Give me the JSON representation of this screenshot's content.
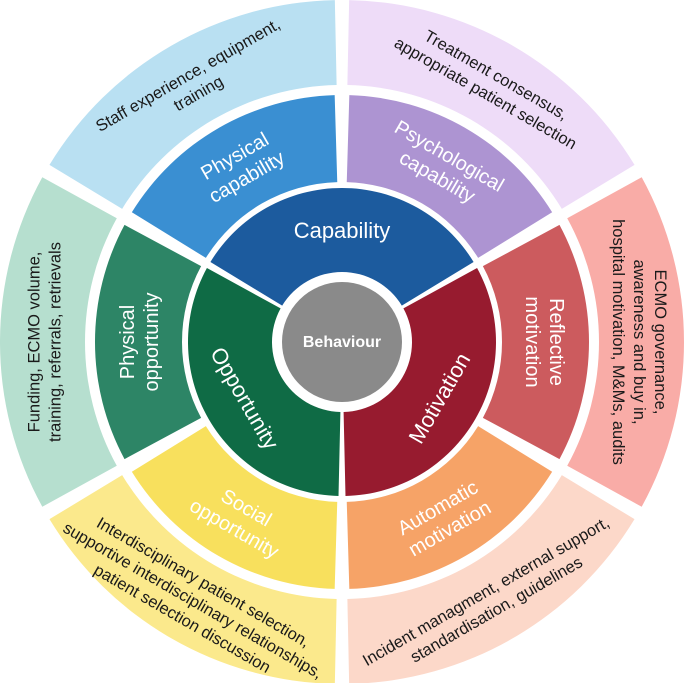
{
  "center": {
    "label": "Behaviour",
    "color": "#8a8a8a"
  },
  "inner_ring": [
    {
      "id": "capability",
      "label": "Capability",
      "color": "#1c5b9e"
    },
    {
      "id": "motivation",
      "label": "Motivation",
      "color": "#971b2f"
    },
    {
      "id": "opportunity",
      "label": "Opportunity",
      "color": "#0f6b45"
    }
  ],
  "middle_ring": [
    {
      "id": "physical-capability",
      "lines": [
        "Physical",
        "capability"
      ],
      "color": "#3a8fd2"
    },
    {
      "id": "psychological-capability",
      "lines": [
        "Psychological",
        "capability"
      ],
      "color": "#ad94d2"
    },
    {
      "id": "reflective-motivation",
      "lines": [
        "Reflective",
        "motivation"
      ],
      "color": "#cc5b5e"
    },
    {
      "id": "automatic-motivation",
      "lines": [
        "Automatic",
        "motivation"
      ],
      "color": "#f6a367"
    },
    {
      "id": "social-opportunity",
      "lines": [
        "Social",
        "opportunity"
      ],
      "color": "#f8e05d"
    },
    {
      "id": "physical-opportunity",
      "lines": [
        "Physical",
        "opportunity"
      ],
      "color": "#2d8566"
    }
  ],
  "outer_ring": [
    {
      "id": "physical-capability-detail",
      "lines": [
        "Staff experience, equipment,",
        "training"
      ],
      "color": "#b9e0f2"
    },
    {
      "id": "psychological-capability-detail",
      "lines": [
        "Treatment consensus,",
        "appropriate patient selection"
      ],
      "color": "#eedcf8"
    },
    {
      "id": "reflective-motivation-detail",
      "lines": [
        "ECMO governance,",
        "awareness and buy in,",
        "hospital motivation, M&Ms, audits"
      ],
      "color": "#f9aca7"
    },
    {
      "id": "automatic-motivation-detail",
      "lines": [
        "Incident managment, external support,",
        "standardisation, guidelines"
      ],
      "color": "#fcd8c9"
    },
    {
      "id": "social-opportunity-detail",
      "lines": [
        "Interdisciplinary patient selection,",
        "supportive interdisciplinary relationships,",
        "patient selection discussion"
      ],
      "color": "#fbe98c"
    },
    {
      "id": "physical-opportunity-detail",
      "lines": [
        "Funding, ECMO volume,",
        "training, referrals, retrievals"
      ],
      "color": "#b6dfcf"
    }
  ]
}
